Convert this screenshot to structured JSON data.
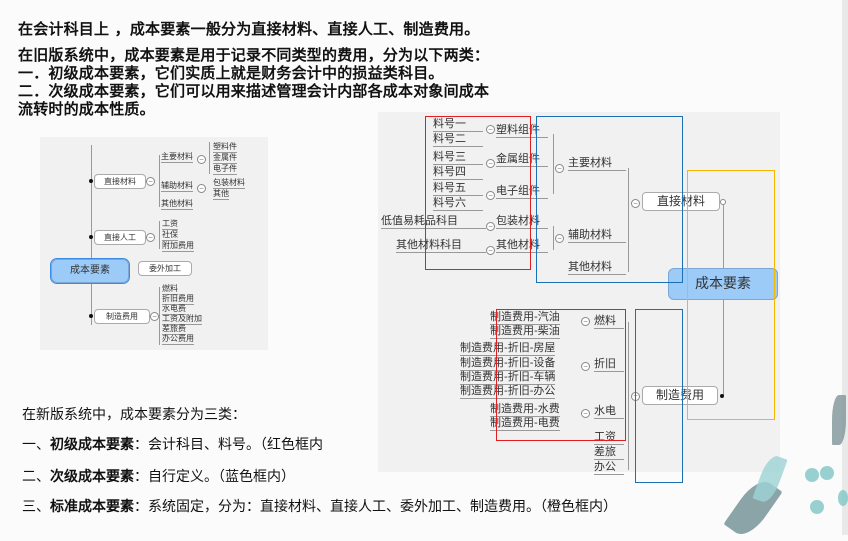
{
  "intro": {
    "line1": "在会计科目上 ，成本要素一般分为直接材料、直接人工、制造费用。",
    "line2": "在旧版系统中，成本要素是用于记录不同类型的费用，分为以下两类：",
    "line3": "一．初级成本要素，它们实质上就是财务会计中的损益类科目。",
    "line4": "二．次级成本要素，它们可以用来描述管理会计内部各成本对象间成本",
    "line5": "流转时的成本性质。"
  },
  "left_map": {
    "root": "成本要素",
    "direct_material": "直接材料",
    "main_material": "主要材料",
    "main_children": [
      "塑料件",
      "金属件",
      "电子件"
    ],
    "aux_material": "辅助材料",
    "aux_children": [
      "包装材料",
      "其他"
    ],
    "other_material": "其他材料",
    "direct_labor": "直接人工",
    "labor_children": [
      "工资",
      "社保",
      "附加费用"
    ],
    "outsourcing": "委外加工",
    "manufacturing": "制造费用",
    "mfg_children": [
      "燃料",
      "折旧费用",
      "水电费",
      "工资及附加",
      "差旅费",
      "办公费用"
    ]
  },
  "right_map": {
    "root": "成本要素",
    "direct_material": "直接材料",
    "main_material": "主要材料",
    "aux_material": "辅助材料",
    "other_material": "其他材料",
    "plastic": "塑料组件",
    "metal": "金属组件",
    "electronic": "电子组件",
    "packaging": "包装材料",
    "other": "其他材料",
    "items": [
      "料号一",
      "料号二",
      "料号三",
      "料号四",
      "料号五",
      "料号六"
    ],
    "low_value": "低值易耗品科目",
    "other_subject": "其他材料科目",
    "manufacturing": "制造费用",
    "fuel": "燃料",
    "depreciation": "折旧",
    "utilities": "水电",
    "wages": "工资",
    "travel": "差旅",
    "office": "办公",
    "fuel_items": [
      "制造费用-汽油",
      "制造费用-柴油"
    ],
    "dep_items": [
      "制造费用-折旧-房屋",
      "制造费用-折旧-设备",
      "制造费用-折旧-车辆",
      "制造费用-折旧-办公"
    ],
    "util_items": [
      "制造费用-水费",
      "制造费用-电费"
    ]
  },
  "highlight_colors": {
    "red": "#e02020",
    "blue": "#1a6fb5",
    "orange": "#f5b800"
  },
  "new_system": {
    "heading": "在新版系统中，成本要素分为三类：",
    "r1_prefix": "一、",
    "r1_bold": "初级成本要素",
    "r1_text": "：会计科目、料号。（红色框内",
    "r2_prefix": "二、",
    "r2_bold": "次级成本要素",
    "r2_text": "：自行定义。（蓝色框内）",
    "r3_prefix": "三、",
    "r3_bold": "标准成本要素",
    "r3_text": "：系统固定，分为：直接材料、直接人工、委外加工、制造费用。（橙色框内）"
  }
}
